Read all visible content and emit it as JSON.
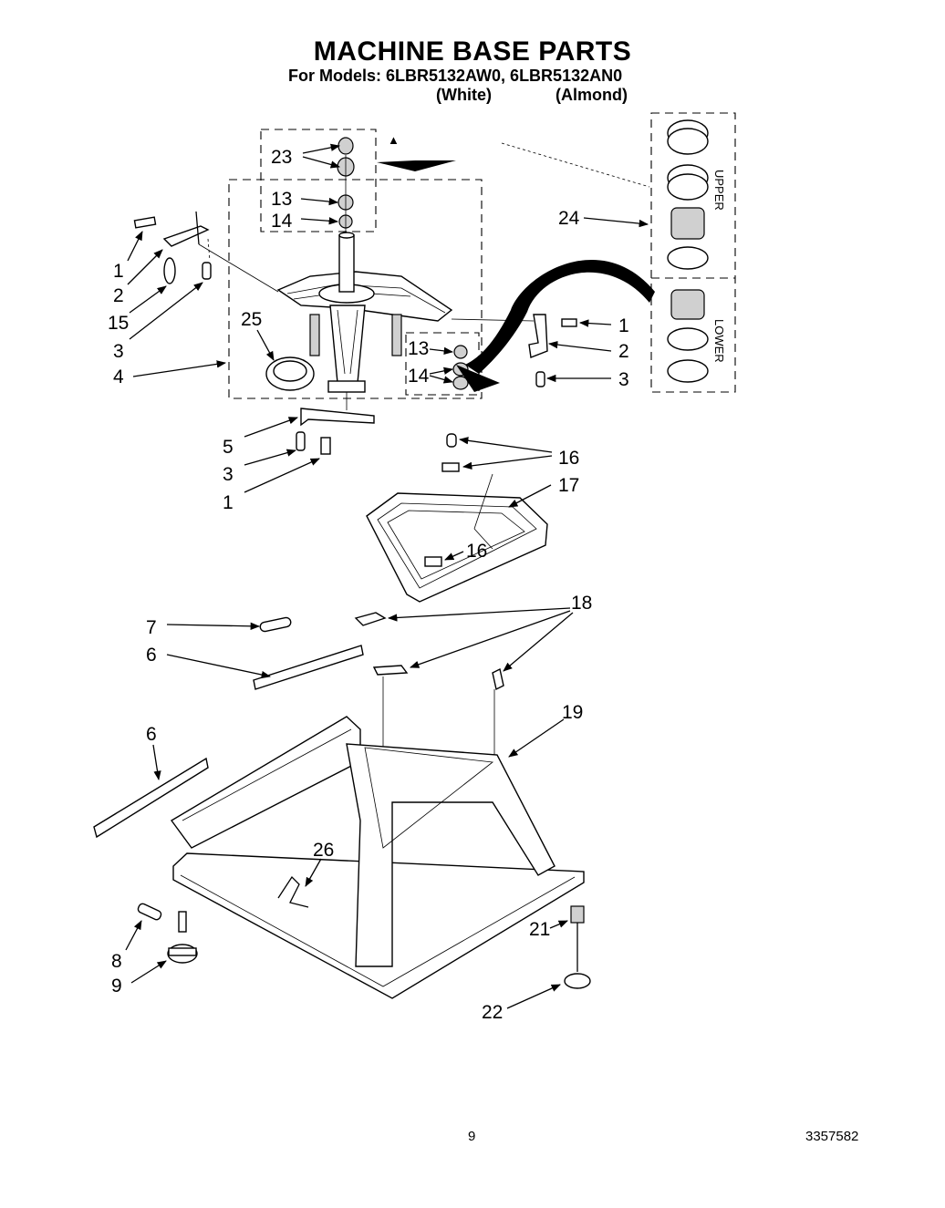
{
  "header": {
    "title": "MACHINE BASE PARTS",
    "models_line": "For Models: 6LBR5132AW0, 6LBR5132AN0",
    "color_white": "(White)",
    "color_almond": "(Almond)"
  },
  "side_labels": {
    "upper": "UPPER",
    "lower": "LOWER"
  },
  "callouts": {
    "c23": "23",
    "c13a": "13",
    "c14a": "14",
    "c24": "24",
    "c1a": "1",
    "c2a": "2",
    "c15": "15",
    "c3a": "3",
    "c25": "25",
    "c4": "4",
    "c1b": "1",
    "c2b": "2",
    "c3b": "3",
    "c13b": "13",
    "c14b": "14",
    "c5": "5",
    "c3c": "3",
    "c1c": "1",
    "c16a": "16",
    "c17": "17",
    "c16b": "16",
    "c18": "18",
    "c7": "7",
    "c6a": "6",
    "c6b": "6",
    "c19": "19",
    "c26": "26",
    "c8": "8",
    "c9": "9",
    "c21": "21",
    "c22": "22"
  },
  "footer": {
    "page_number": "9",
    "doc_number": "3357582"
  }
}
